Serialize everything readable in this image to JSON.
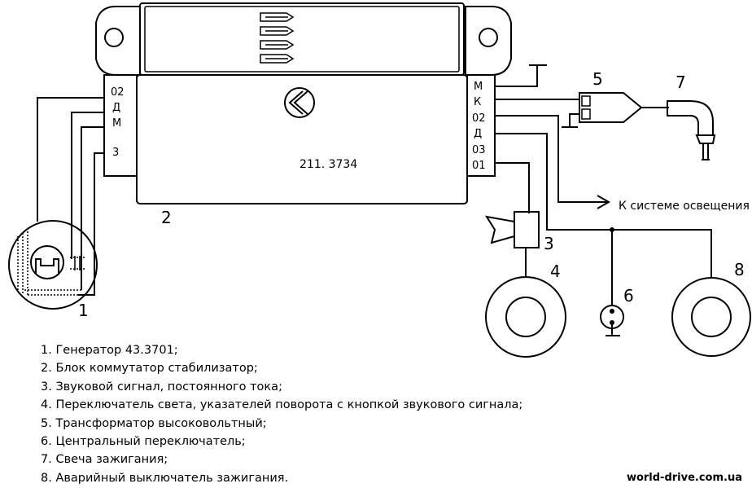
{
  "stabilizer_block": {
    "model": "211. 3734",
    "left_terminals": [
      "02",
      "Д",
      "М",
      "3"
    ],
    "right_terminals": [
      "М",
      "К",
      "02",
      "Д",
      "03",
      "01"
    ]
  },
  "callouts": {
    "generator": "1",
    "block": "2",
    "horn": "3",
    "light_switch": "4",
    "transformer": "5",
    "central_switch": "6",
    "spark_plug": "7",
    "emergency_switch": "8"
  },
  "lighting_arrow_label": "К системе освещения",
  "legend": [
    "1. Генератор   43.3701;",
    "2. Блок коммутатор стабилизатор;",
    "3. Звуковой сигнал, постоянного тока;",
    "4. Переключатель света, указателей поворота с кнопкой звукового сигнала;",
    "5. Трансформатор высоковольтный;",
    "6. Центральный переключатель;",
    "7. Свеча зажигания;",
    "8. Аварийный выключатель зажигания."
  ],
  "watermark": "world-drive.com.ua"
}
